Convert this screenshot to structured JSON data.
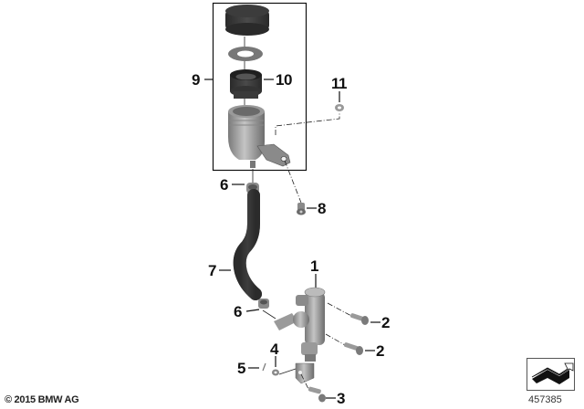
{
  "diagram": {
    "title": "Clutch master cylinder / reservoir exploded parts diagram",
    "group_box": {
      "callout": "9"
    },
    "callouts": [
      {
        "id": "1",
        "label": "1"
      },
      {
        "id": "2a",
        "label": "2"
      },
      {
        "id": "2b",
        "label": "2"
      },
      {
        "id": "3",
        "label": "3"
      },
      {
        "id": "4",
        "label": "4"
      },
      {
        "id": "5",
        "label": "5"
      },
      {
        "id": "6a",
        "label": "6"
      },
      {
        "id": "6b",
        "label": "6"
      },
      {
        "id": "7",
        "label": "7"
      },
      {
        "id": "8",
        "label": "8"
      },
      {
        "id": "9",
        "label": "9"
      },
      {
        "id": "10",
        "label": "10"
      },
      {
        "id": "11",
        "label": "11"
      }
    ],
    "parts": [
      {
        "callout": "9",
        "name": "reservoir-cap"
      },
      {
        "callout": "9",
        "name": "cap-gasket-ring"
      },
      {
        "callout": "10",
        "name": "reservoir-bellows-seal"
      },
      {
        "callout": "9",
        "name": "reservoir-body"
      },
      {
        "callout": "11",
        "name": "washer"
      },
      {
        "callout": "8",
        "name": "bolt"
      },
      {
        "callout": "6",
        "name": "hose-clamp-upper"
      },
      {
        "callout": "7",
        "name": "hose"
      },
      {
        "callout": "6",
        "name": "hose-clamp-lower"
      },
      {
        "callout": "1",
        "name": "master-cylinder"
      },
      {
        "callout": "2",
        "name": "mounting-bolt"
      },
      {
        "callout": "3",
        "name": "pivot-bolt"
      },
      {
        "callout": "4",
        "name": "washer-small"
      },
      {
        "callout": "5",
        "name": "cotter-pin"
      }
    ],
    "colors": {
      "line": "#111111",
      "part_dark": "#3a3a3a",
      "part_mid": "#8a8a8a",
      "part_light": "#c8c8c8"
    }
  },
  "footer": {
    "copyright": "© 2015 BMW AG",
    "diagram_number": "457385",
    "nav_icon": "arrow-icon"
  }
}
